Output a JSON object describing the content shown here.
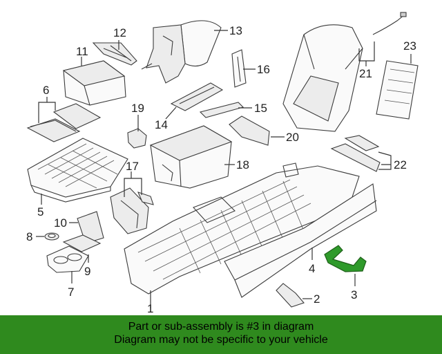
{
  "callouts": {
    "c1": "1",
    "c2": "2",
    "c3": "3",
    "c4": "4",
    "c5": "5",
    "c6": "6",
    "c7": "7",
    "c8": "8",
    "c9": "9",
    "c10": "10",
    "c11": "11",
    "c12": "12",
    "c13": "13",
    "c14": "14",
    "c15": "15",
    "c16": "16",
    "c17": "17",
    "c18": "18",
    "c19": "19",
    "c20": "20",
    "c21": "21",
    "c22": "22",
    "c23": "23"
  },
  "banner": {
    "line1": "Part or sub-assembly is #3 in diagram",
    "line2": "Diagram may not be specific to your vehicle"
  },
  "colors": {
    "banner_bg": "#2f8a1e",
    "highlight_part": "#2f9a2b"
  }
}
